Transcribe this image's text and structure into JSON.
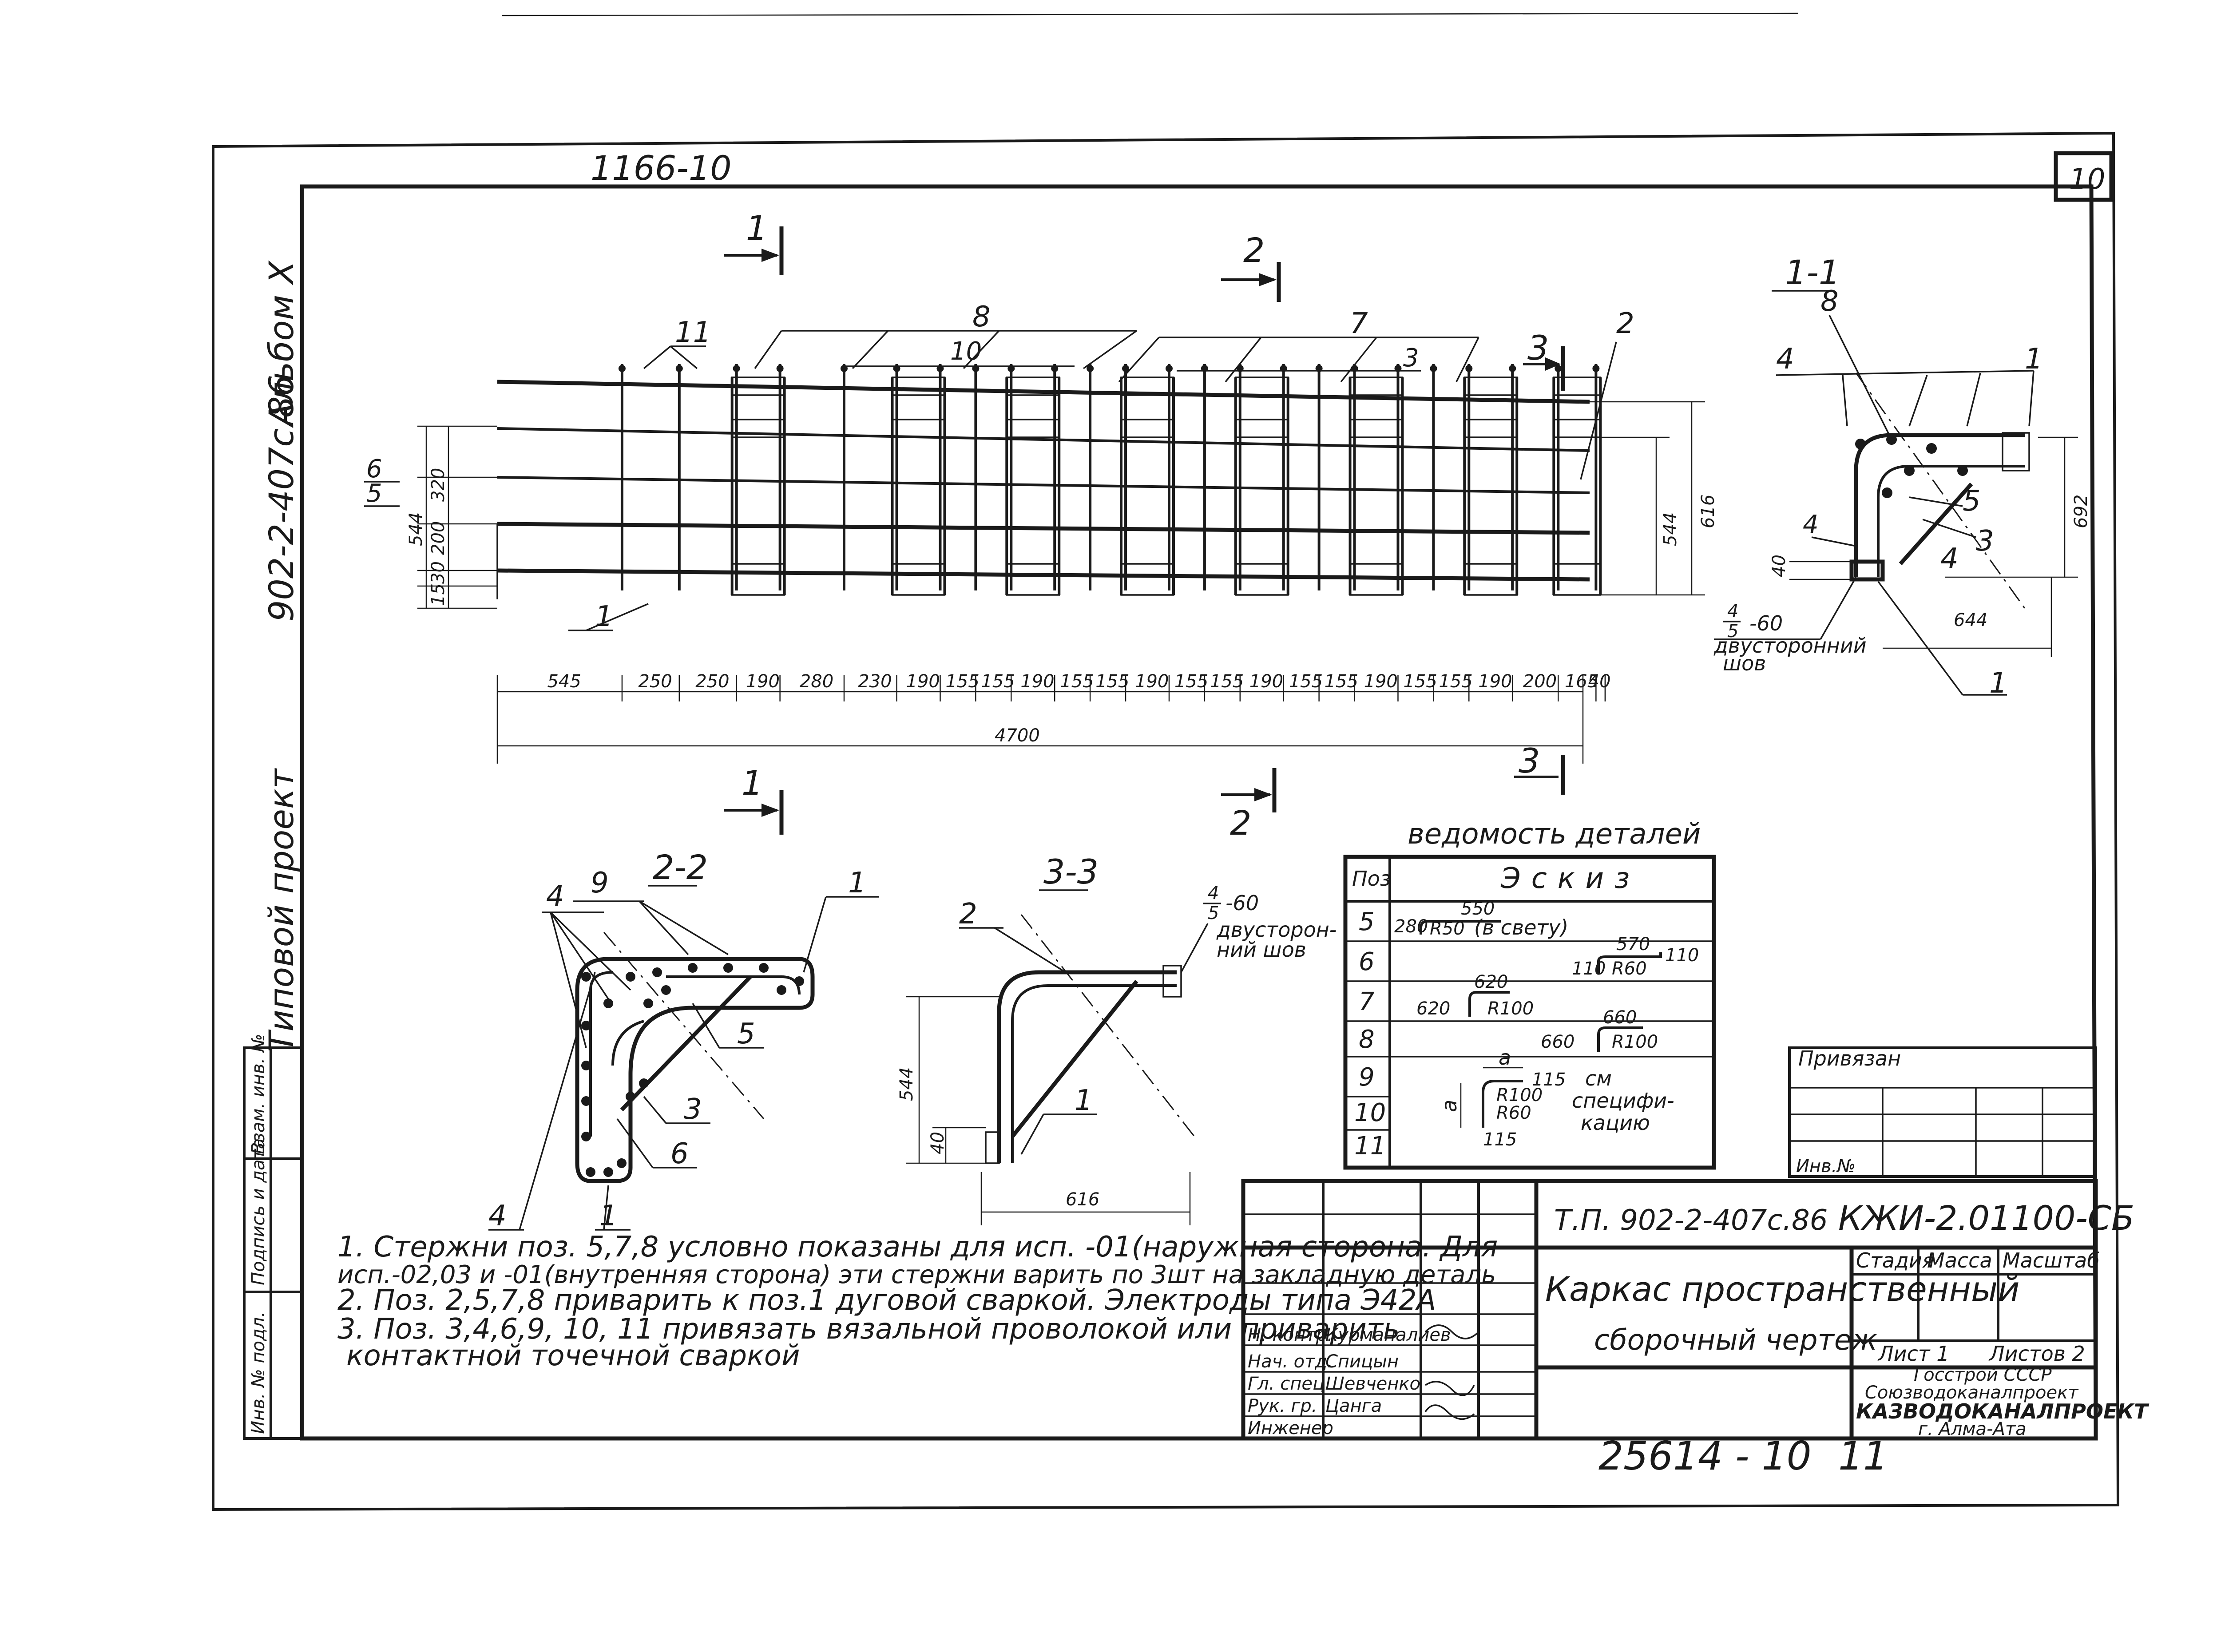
{
  "header": {
    "sheet_code": "1166-10",
    "sheet_number_box": "10",
    "album": "Альбом X",
    "project_code": "902-2-407с.86",
    "project_type": "Типовой проект"
  },
  "left_stamp": [
    "Инв. № подл.",
    "Подпись и дата",
    "Взам. инв. №"
  ],
  "elevation": {
    "section_marks": [
      "1",
      "1",
      "2",
      "2",
      "3",
      "3"
    ],
    "positions": {
      "p1": "1",
      "p2": "2",
      "p3": "3",
      "p5": "5",
      "p6": "6",
      "p7": "7",
      "p8": "8",
      "p10": "10",
      "p11": "11"
    },
    "height_dims": {
      "d15": "15",
      "d30": "30",
      "d200": "200",
      "d320": "320",
      "d544": "544",
      "d544r": "544",
      "d616": "616"
    },
    "spacing": [
      "545",
      "250",
      "250",
      "190",
      "280",
      "230",
      "190",
      "155",
      "155",
      "190",
      "155",
      "155",
      "190",
      "155",
      "155",
      "190",
      "155",
      "155",
      "190",
      "155",
      "155",
      "190",
      "200",
      "165",
      "40"
    ],
    "total_length": "4700"
  },
  "section_1_1": {
    "title": "1-1",
    "labels": {
      "l1a": "1",
      "l1b": "1",
      "l3": "3",
      "l4a": "4",
      "l4b": "4",
      "l4c": "4",
      "l5": "5",
      "l8": "8"
    },
    "dims": {
      "d40": "40",
      "d692": "692",
      "d644": "644"
    },
    "weld": {
      "num": "4",
      "den": "5",
      "len": "-60",
      "text": "двусторонний",
      "text2": "шов"
    }
  },
  "section_2_2": {
    "title": "2-2",
    "labels": {
      "l9": "9",
      "l1a": "1",
      "l1b": "1",
      "l3": "3",
      "l4a": "4",
      "l4b": "4",
      "l5": "5",
      "l6": "6"
    }
  },
  "section_3_3": {
    "title": "3-3",
    "labels": {
      "l1": "1",
      "l2": "2"
    },
    "dims": {
      "d40": "40",
      "d544": "544",
      "d616": "616"
    },
    "weld": {
      "num": "4",
      "den": "5",
      "len": "-60",
      "text": "двусторон-",
      "text2": "ний шов"
    }
  },
  "details_table": {
    "title": "ведомость деталей",
    "col_pos": "Поз",
    "col_sketch": "Эскиз",
    "rows": [
      {
        "pos": "5",
        "sketch": [
          "550",
          "280",
          "R50",
          "(в свету)"
        ]
      },
      {
        "pos": "6",
        "sketch": [
          "570",
          "110",
          "110",
          "R60"
        ]
      },
      {
        "pos": "7",
        "sketch": [
          "620",
          "620",
          "R100"
        ]
      },
      {
        "pos": "8",
        "sketch": [
          "660",
          "660",
          "R100"
        ]
      },
      {
        "pos": "9",
        "sketch": [
          "a",
          "a",
          "115",
          "R100",
          "R60",
          "115"
        ]
      },
      {
        "pos": "10",
        "sketch": []
      },
      {
        "pos": "11",
        "sketch": []
      }
    ],
    "see_spec": [
      "см",
      "специфи-",
      "кацию"
    ]
  },
  "notes": [
    "1. Стержни поз. 5,7,8 условно показаны для исп. -01(наружная сторона. Для",
    "исп.-02,03 и -01(внутренняя сторона) эти стержни варить по 3шт на закладную деталь",
    "2. Поз. 2,5,7,8 приварить к поз.1 дуговой сваркой. Электроды типа Э42А",
    "3. Поз. 3,4,6,9, 10, 11 привязать вязальной проволокой или приварить",
    "контактной точечной сваркой"
  ],
  "binding_box": {
    "title": "Привязан",
    "inv": "Инв.№"
  },
  "title_block": {
    "project": "Т.П. 902-2-407с.86",
    "drawing_code": "КЖИ-2.01100-СБ",
    "name_line1": "Каркас пространственный",
    "name_line2": "сборочный чертеж",
    "stage": "Стадия",
    "mass": "Масса",
    "scale": "Масштаб",
    "sheet": "Лист 1",
    "sheets": "Листов 2",
    "org1": "Госстрой СССР",
    "org2": "Союзводоканалпроект",
    "org3": "КАЗВОДОКАНАЛПРОЕКТ",
    "org4": "г. Алма-Ата",
    "roles": [
      "Н. контр.",
      "Нач. отд.",
      "Гл. спец.",
      "Рук. гр.",
      "Инженер"
    ],
    "names": [
      "Курманалиев",
      "Спицын",
      "Шевченко",
      "Цанга",
      ""
    ]
  },
  "bottom_stamp": {
    "archive_number": "25614 - 10",
    "sheet": "11"
  }
}
